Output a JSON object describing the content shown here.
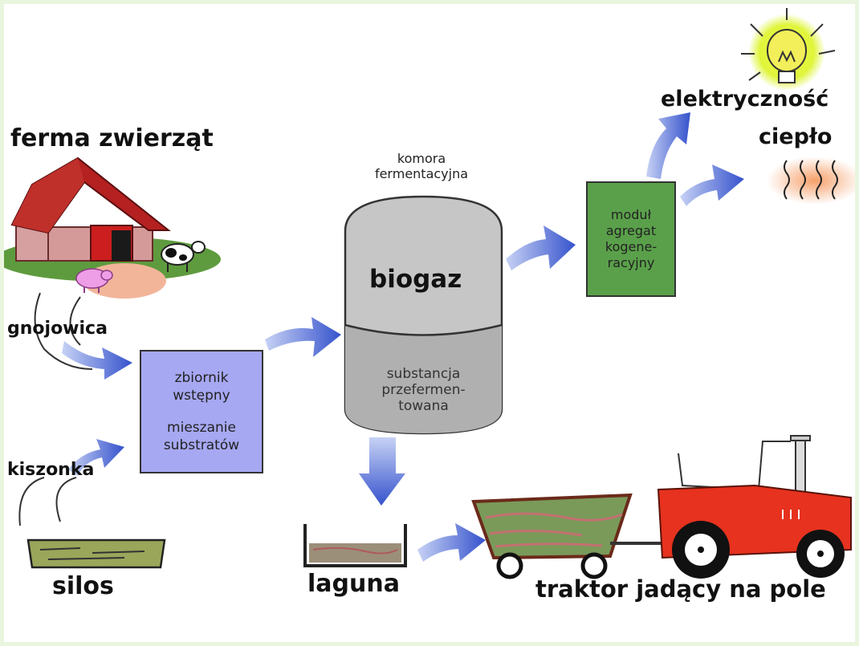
{
  "labels": {
    "farm": "ferma zwierząt",
    "slurry": "gnojowica",
    "silage": "kiszonka",
    "silo": "silos",
    "chamber_top": "komora",
    "chamber_bottom": "fermentacyjna",
    "biogas": "biogaz",
    "digestate": [
      "substancja",
      "przefermen-",
      "towana"
    ],
    "tank": [
      "zbiornik",
      "wstępny",
      "mieszanie",
      "substratów"
    ],
    "chp": [
      "moduł",
      "agregat",
      "kogene-",
      "racyjny"
    ],
    "electricity": "elektryczność",
    "heat": "ciepło",
    "lagoon": "laguna",
    "tractor": "traktor jadący na pole"
  },
  "colors": {
    "tank_box": "#a6a8f2",
    "chp_box": "#5aa04a",
    "arrow": "#3f5ed0",
    "chamber": "#c4c4c4",
    "bulb": "#e9f53b",
    "tractor": "#e6321e",
    "roof": "#b52020",
    "barn": "#d49a9a"
  }
}
